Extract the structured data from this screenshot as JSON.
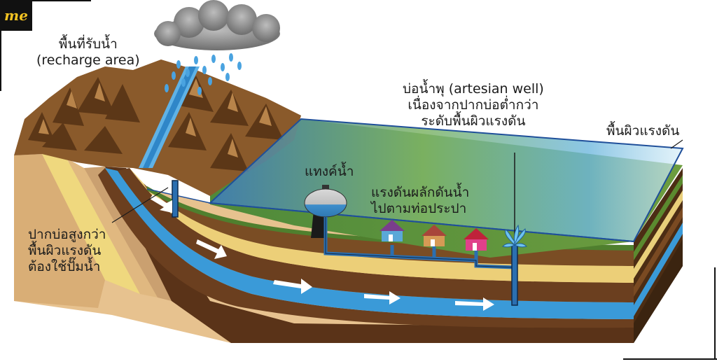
{
  "brand": {
    "logo_text": "me",
    "accent_color": "#f3c322"
  },
  "labels": {
    "recharge_area": [
      "พื้นที่รับน้ำ",
      "(recharge area)"
    ],
    "artesian_well": [
      "บ่อน้ำพุ (artesian well)",
      "เนื่องจากปากบ่อต่ำกว่า",
      "ระดับพื้นผิวแรงดัน"
    ],
    "pressure_surface": "พื้นผิวแรงดัน",
    "water_tank": "แทงค์น้ำ",
    "pressure_pipe": [
      "แรงดันผลักดันน้ำ",
      "ไปตามท่อประปา"
    ],
    "pump_well": [
      "ปากบ่อสูงกว่า",
      "พื้นผิวแรงดัน",
      "ต้องใช้ปั๊มน้ำ"
    ]
  },
  "colors": {
    "aquifer": "#3a9ad8",
    "confining_layer": "#6b3f1f",
    "topsoil": "#5e8a3a",
    "pressure_plane": "#4aa3d6",
    "cloud": "#8d8d8d"
  },
  "icons": [
    "rain-cloud-icon",
    "water-tank-icon",
    "house-icon",
    "fountain-icon",
    "flow-arrow-icon"
  ]
}
